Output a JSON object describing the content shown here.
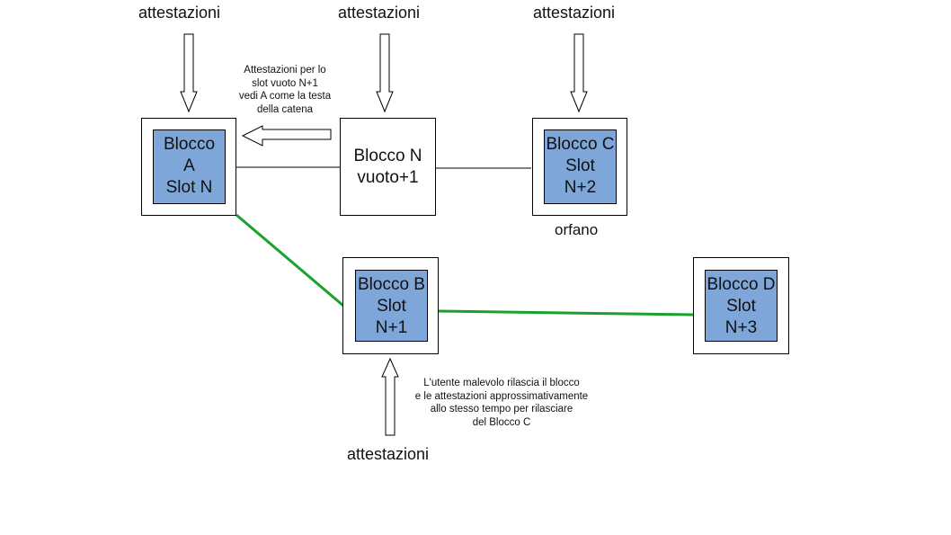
{
  "blocks": {
    "a": {
      "lines": [
        "Blocco",
        "A",
        "Slot N"
      ]
    },
    "n": {
      "lines": [
        "Blocco N",
        "vuoto+1"
      ]
    },
    "c": {
      "lines": [
        "Blocco C",
        "Slot",
        "N+2"
      ]
    },
    "b": {
      "lines": [
        "Blocco B",
        "Slot",
        "N+1"
      ]
    },
    "d": {
      "lines": [
        "Blocco D",
        "Slot",
        "N+3"
      ]
    }
  },
  "labels": {
    "attestations_top_a": "attestazioni",
    "attestations_top_n": "attestazioni",
    "attestations_top_c": "attestazioni",
    "attestations_bottom_b": "attestazioni",
    "orphan": "orfano"
  },
  "notes": {
    "empty_slot": [
      "Attestazioni per lo",
      "slot vuoto N+1",
      "vedi A come la testa",
      "della catena"
    ],
    "malicious": [
      "L'utente malevolo rilascia il blocco",
      "e le attestazioni approssimativamente",
      "allo stesso tempo per rilasciare",
      "del Blocco C"
    ]
  },
  "colors": {
    "block_fill": "#7ea6d8",
    "canonical_link": "#1aa22e",
    "link": "#000000"
  }
}
